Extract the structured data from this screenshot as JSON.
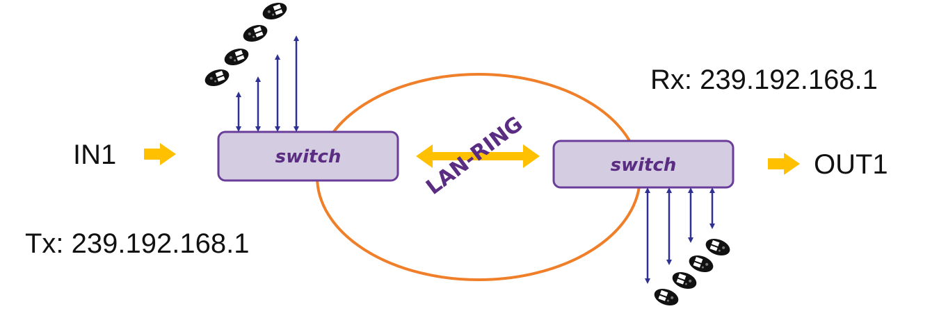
{
  "diagram": {
    "type": "network-topology",
    "labels": {
      "input": "IN1",
      "output": "OUT1",
      "tx": "Tx: 239.192.168.1",
      "rx": "Rx: 239.192.168.1",
      "ring": "LAN-RING"
    },
    "nodes": [
      {
        "id": "switch-left",
        "label": "switch",
        "endpoints": 4
      },
      {
        "id": "switch-right",
        "label": "switch",
        "endpoints": 4
      }
    ],
    "edges": [
      {
        "from": "IN1",
        "to": "switch-left",
        "style": "arrow"
      },
      {
        "from": "switch-left",
        "to": "switch-right",
        "via": "LAN-RING",
        "style": "bidirectional"
      },
      {
        "from": "switch-right",
        "to": "OUT1",
        "style": "arrow"
      }
    ],
    "icons": {
      "endpoint": "camera-icon",
      "link": "double-arrow-icon"
    },
    "colors": {
      "ring": "#f07f2a",
      "flow_arrow": "#ffc000",
      "switch_fill": "#d4cce0",
      "switch_border": "#6a3d9a",
      "link_arrow": "#2e3191",
      "text_purple": "#5a2d82"
    }
  }
}
